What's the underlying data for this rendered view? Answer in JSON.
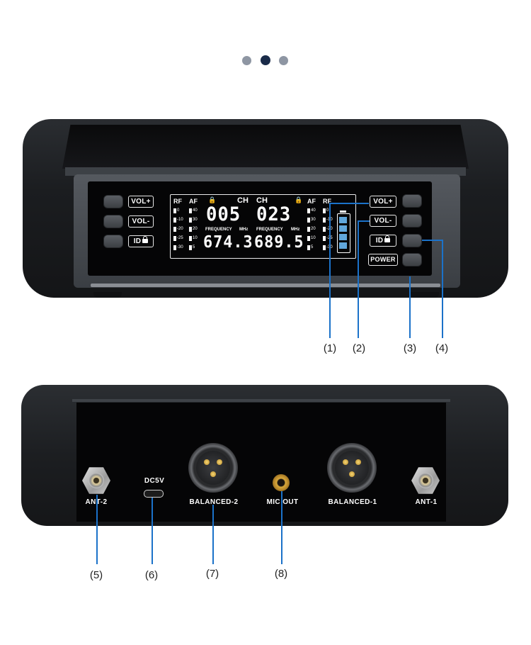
{
  "pagination": {
    "dots": 3,
    "active_index": 1,
    "colors": {
      "inactive": "#8e96a3",
      "active": "#1a2b49"
    }
  },
  "front_unit": {
    "buttons_left": [
      "VOL+",
      "VOL-",
      "ID"
    ],
    "buttons_right": [
      "VOL+",
      "VOL-",
      "ID",
      "POWER"
    ],
    "lcd": {
      "left": {
        "rf_label": "RF",
        "af_label": "AF",
        "ch_label": "CH",
        "channel": "005",
        "freq_label": "FREQUENCY",
        "unit": "MHz",
        "frequency": "674.3"
      },
      "right": {
        "rf_label": "RF",
        "af_label": "AF",
        "ch_label": "CH",
        "channel": "023",
        "freq_label": "FREQUENCY",
        "unit": "MHz",
        "frequency": "689.5"
      },
      "rf_scale": [
        "0",
        "-10",
        "-20",
        "-25",
        "-30"
      ],
      "af_scale": [
        "40",
        "30",
        "20",
        "10",
        "5"
      ]
    }
  },
  "back_unit": {
    "connectors": {
      "ant2": "ANT-2",
      "dc": "DC5V",
      "bal2": "BALANCED-2",
      "mic": "MIC OUT",
      "bal1": "BALANCED-1",
      "ant1": "ANT-1"
    }
  },
  "callouts": {
    "c1": "(1)",
    "c2": "(2)",
    "c3": "(3)",
    "c4": "(4)",
    "c5": "(5)",
    "c6": "(6)",
    "c7": "(7)",
    "c8": "(8)",
    "line_color": "#1b72c9"
  }
}
